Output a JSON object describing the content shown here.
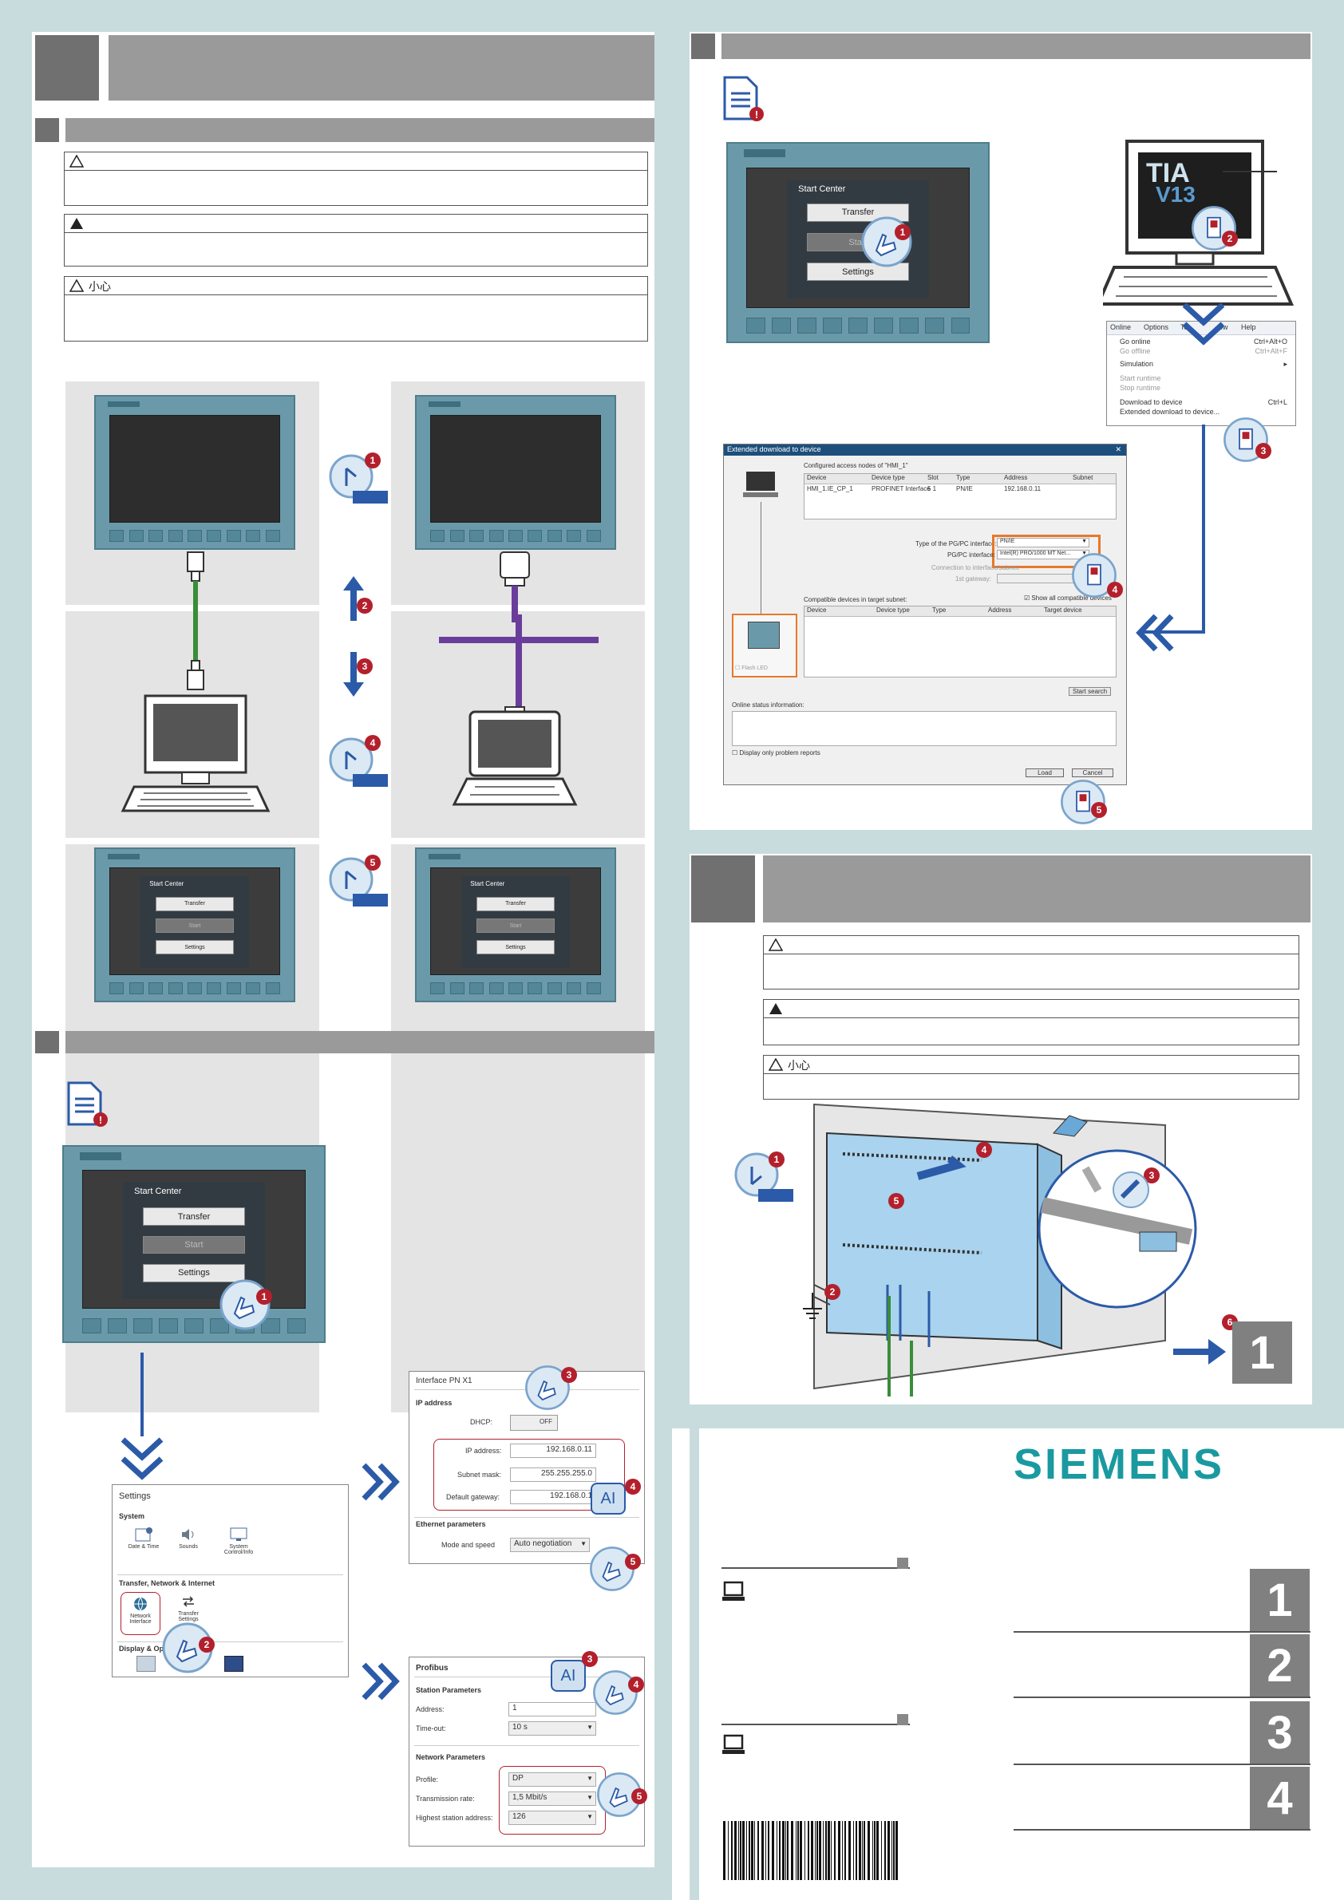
{
  "start_center": {
    "title": "Start Center",
    "transfer": "Transfer",
    "start": "Start",
    "settings": "Settings"
  },
  "caution_label": "小心",
  "tia": {
    "line1": "TIA",
    "line2": "V13"
  },
  "online_menu": {
    "bar": [
      "Online",
      "Options",
      "To",
      "ow",
      "Help"
    ],
    "items": [
      {
        "label": "Go online",
        "shortcut": "Ctrl+Alt+O"
      },
      {
        "label": "Go offline",
        "shortcut": "Ctrl+Alt+F"
      },
      {
        "label": "Simulation",
        "shortcut": "▸"
      },
      {
        "label": "Start runtime",
        "shortcut": ""
      },
      {
        "label": "Stop runtime",
        "shortcut": ""
      },
      {
        "label": "Download to device",
        "shortcut": "Ctrl+L"
      },
      {
        "label": "Extended download to device...",
        "shortcut": ""
      }
    ]
  },
  "ext_download": {
    "title": "Extended download to device",
    "configured": "Configured access nodes of \"HMI_1\"",
    "cols": [
      "Device",
      "Device type",
      "Slot",
      "Type",
      "Address",
      "Subnet"
    ],
    "row": [
      "HMI_1.IE_CP_1",
      "PROFINET Interface",
      "5 1",
      "PN/IE",
      "192.168.0.11",
      ""
    ],
    "pgpc_type_label": "Type of the PG/PC interface:",
    "pgpc_type_value": "PN/IE",
    "pgpc_if_label": "PG/PC interface:",
    "pgpc_if_value": "Intel(R) PRO/1000 MT Net...",
    "conn_subnet": "Connection to interface/subnet:",
    "gateway": "1st gateway:",
    "compatible": "Compatible devices in target subnet:",
    "show_all": "Show all compatible devices",
    "cols2": [
      "Device",
      "Device type",
      "Type",
      "Address",
      "Target device"
    ],
    "flash_led": "Flash LED",
    "start_search": "Start search",
    "online_status": "Online status information:",
    "display_only": "Display only problem reports",
    "load": "Load",
    "cancel": "Cancel"
  },
  "settings_panel": {
    "title": "Settings",
    "system": "System",
    "icons": [
      "Date & Time",
      "Sounds",
      "System Control/Info"
    ],
    "transfer_section": "Transfer, Network & Internet",
    "network_interface": "Network Interface",
    "transfer_settings": "Transfer Settings",
    "display_section": "Display & Op"
  },
  "interface_panel": {
    "title": "Interface PN X1",
    "ip_section": "IP address",
    "dhcp": "DHCP:",
    "dhcp_state": "OFF",
    "ip_label": "IP address:",
    "ip_value": "192.168.0.11",
    "mask_label": "Subnet mask:",
    "mask_value": "255.255.255.0",
    "gw_label": "Default gateway:",
    "gw_value": "192.168.0.1",
    "eth_section": "Ethernet parameters",
    "mode_label": "Mode and speed",
    "mode_value": "Auto negotiation"
  },
  "profibus_panel": {
    "title": "Profibus",
    "station": "Station Parameters",
    "address_label": "Address:",
    "address_value": "1",
    "timeout_label": "Time-out:",
    "timeout_value": "10 s",
    "network": "Network Parameters",
    "profile_label": "Profile:",
    "profile_value": "DP",
    "rate_label": "Transmission rate:",
    "rate_value": "1,5 Mbit/s",
    "hsa_label": "Highest station address:",
    "hsa_value": "126"
  },
  "ai_label": "AI",
  "siemens_logo": "SIEMENS",
  "chapters": [
    "1",
    "2",
    "3",
    "4"
  ],
  "go_to": "1",
  "steps": [
    "1",
    "2",
    "3",
    "4",
    "5",
    "6"
  ],
  "colors": {
    "accent_blue": "#2b5aa8",
    "step_red": "#b3202c",
    "siemens_teal": "#1a9aa0",
    "highlight_orange": "#e8782a",
    "cable_green": "#3a8d3a",
    "bus_purple": "#6a3d9a"
  }
}
